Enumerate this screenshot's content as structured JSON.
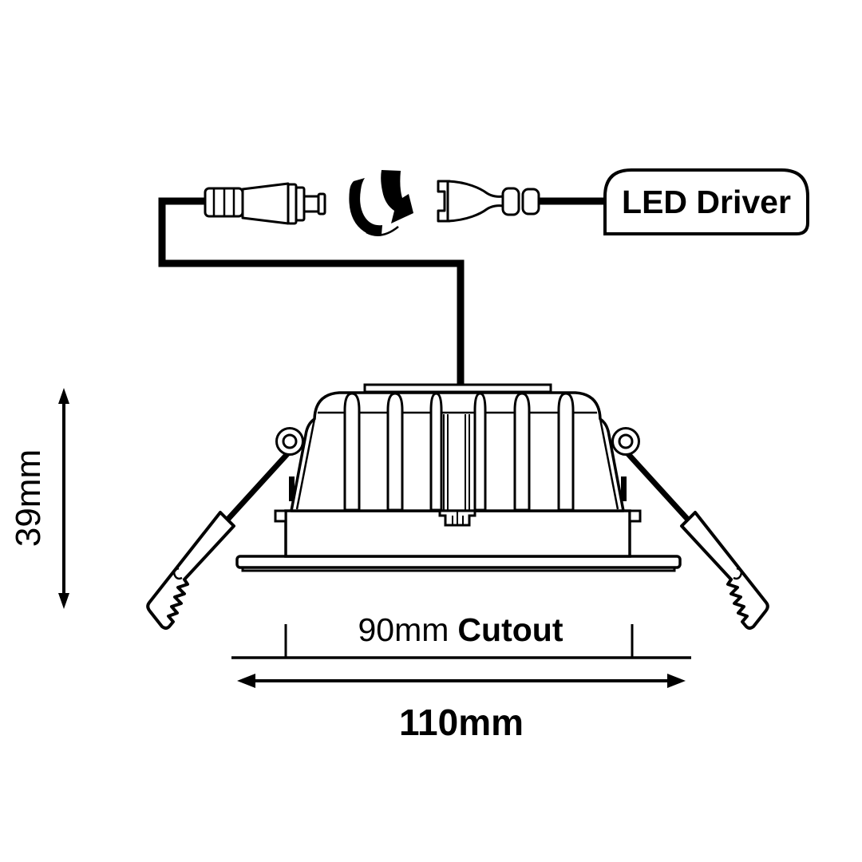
{
  "diagram": {
    "driver": {
      "label": "LED Driver"
    },
    "dimensions": {
      "height": "39mm",
      "cutout_value": "90mm",
      "cutout_suffix": "Cutout",
      "width": "110mm"
    },
    "colors": {
      "line": "#000000",
      "background": "#ffffff"
    }
  }
}
